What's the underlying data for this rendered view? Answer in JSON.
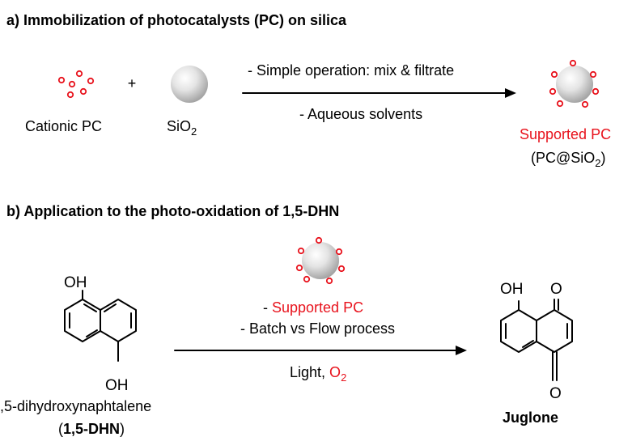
{
  "section_a": {
    "title": "a) Immobilization of photocatalysts (PC) on silica",
    "plus": "+",
    "cationic_pc": "Cationic PC",
    "silica_base": "SiO",
    "silica_sub": "2",
    "condition_1": "- Simple operation: mix & filtrate",
    "condition_2": "- Aqueous solvents",
    "product_label": "Supported PC",
    "product_formula_pre": "(PC@SiO",
    "product_formula_sub": "2",
    "product_formula_post": ")"
  },
  "section_b": {
    "title": "b) Application to the photo-oxidation of 1,5-DHN",
    "substrate_oh_top": "OH",
    "substrate_oh_bottom": "OH",
    "substrate_name": ",5-dihydroxynaphtalene",
    "substrate_abbr_open": "(",
    "substrate_abbr": "1,5-DHN",
    "substrate_abbr_close": ")",
    "condition_dash": "- ",
    "condition_catalyst": "Supported PC",
    "condition_process": "- Batch vs Flow process",
    "condition_light": "Light, ",
    "condition_o2_base": "O",
    "condition_o2_sub": "2",
    "product_oh": "OH",
    "product_o_top": "O",
    "product_o_bottom": "O",
    "product_name": "Juglone"
  },
  "colors": {
    "accent_red": "#e8121c",
    "text": "#000000"
  }
}
